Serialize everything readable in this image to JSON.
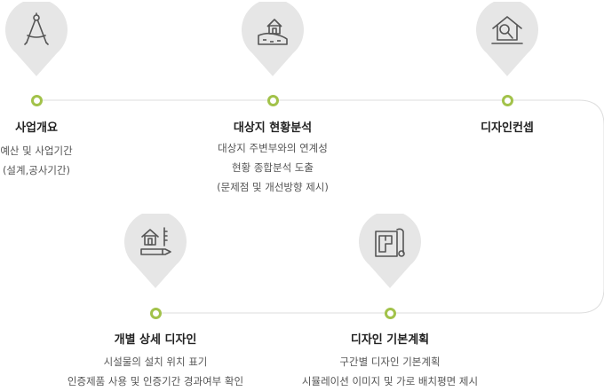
{
  "colors": {
    "pin": "#e6e6e6",
    "icon": "#555555",
    "dot": "#a2c24a",
    "line": "#dddddd"
  },
  "steps": [
    {
      "icon": "compass-icon",
      "title": "사업개요",
      "desc": [
        "예산 및 사업기간",
        "(설계,공사기간)"
      ]
    },
    {
      "icon": "house-on-hill-icon",
      "title": "대상지  현황분석",
      "desc": [
        "대상지 주변부와의 연계성",
        "현황 종합분석 도출",
        "(문제점 및 개선방향 제시)"
      ]
    },
    {
      "icon": "house-magnifier-icon",
      "title": "디자인컨셉",
      "desc": []
    },
    {
      "icon": "house-blueprint-icon",
      "title": "개별 상세 디자인",
      "desc": [
        "시설물의 설치 위치 표기",
        "인증제품 사용 및 인증기간 경과여부 확인"
      ]
    },
    {
      "icon": "floor-plan-icon",
      "title": "디자인 기본계획",
      "desc": [
        "구간별 디자인 기본계획",
        "시뮬레이션 이미지 및 가로 배치평면 제시"
      ]
    }
  ]
}
